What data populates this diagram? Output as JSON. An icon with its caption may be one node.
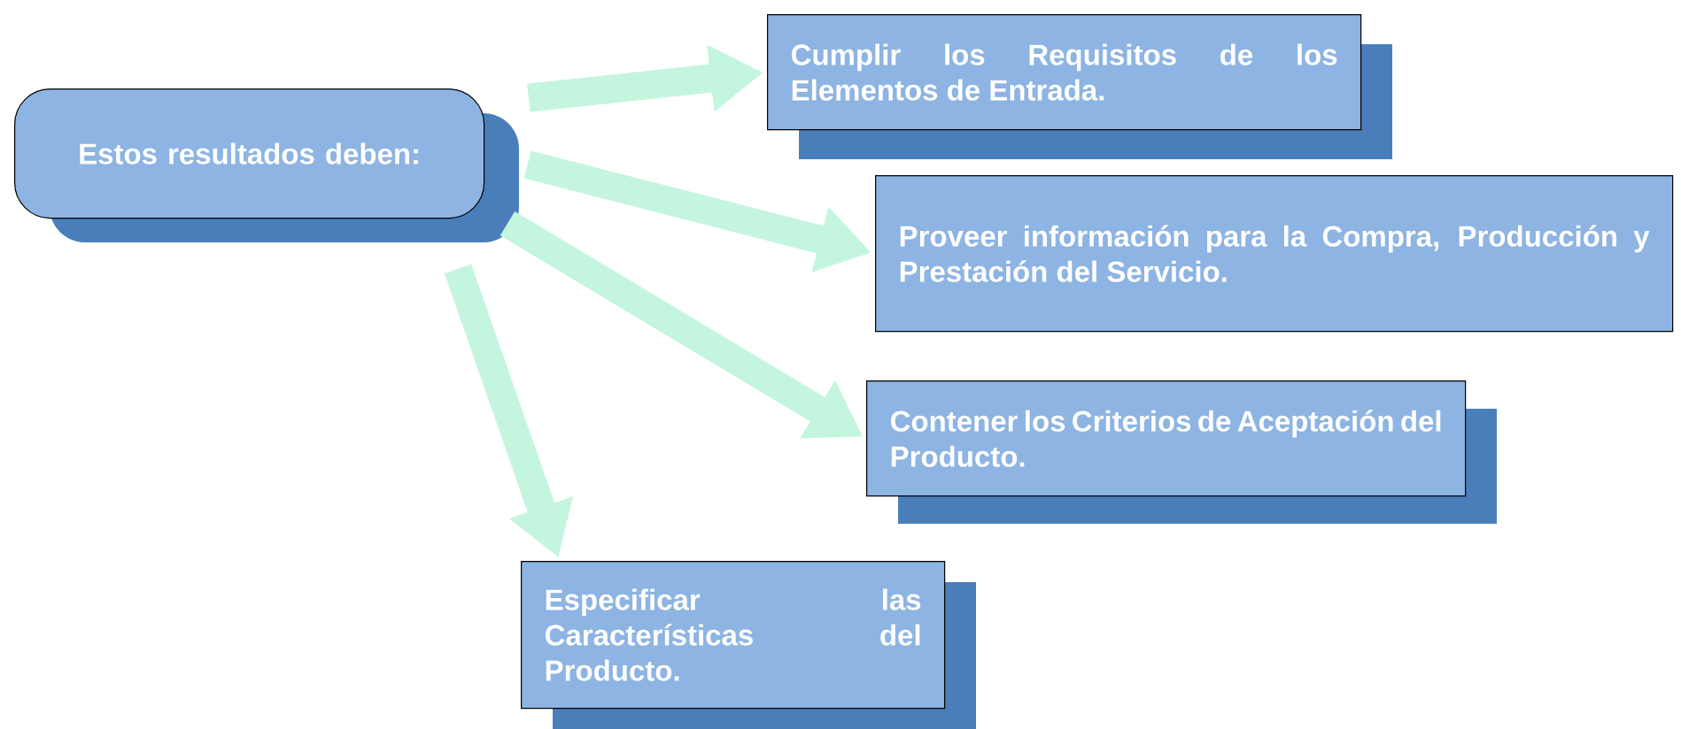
{
  "diagram": {
    "nodes": [
      {
        "text": [
          "Estos resultados deben:"
        ]
      },
      {
        "text": [
          "Cumplir los Requisitos de los Elementos de Entrada."
        ]
      },
      {
        "text": [
          "Proveer información para la Compra, Producción y Prestación del Servicio."
        ]
      },
      {
        "text": [
          "Contener los Criterios de Aceptación del Producto."
        ]
      },
      {
        "text": [
          "Especificar las Características del Producto."
        ]
      }
    ],
    "edges": [
      {
        "from": 0,
        "to": 1,
        "arrow": "to"
      },
      {
        "from": 0,
        "to": 2,
        "arrow": "to"
      },
      {
        "from": 0,
        "to": 3,
        "arrow": "to"
      },
      {
        "from": 0,
        "to": 4,
        "arrow": "to"
      }
    ]
  }
}
